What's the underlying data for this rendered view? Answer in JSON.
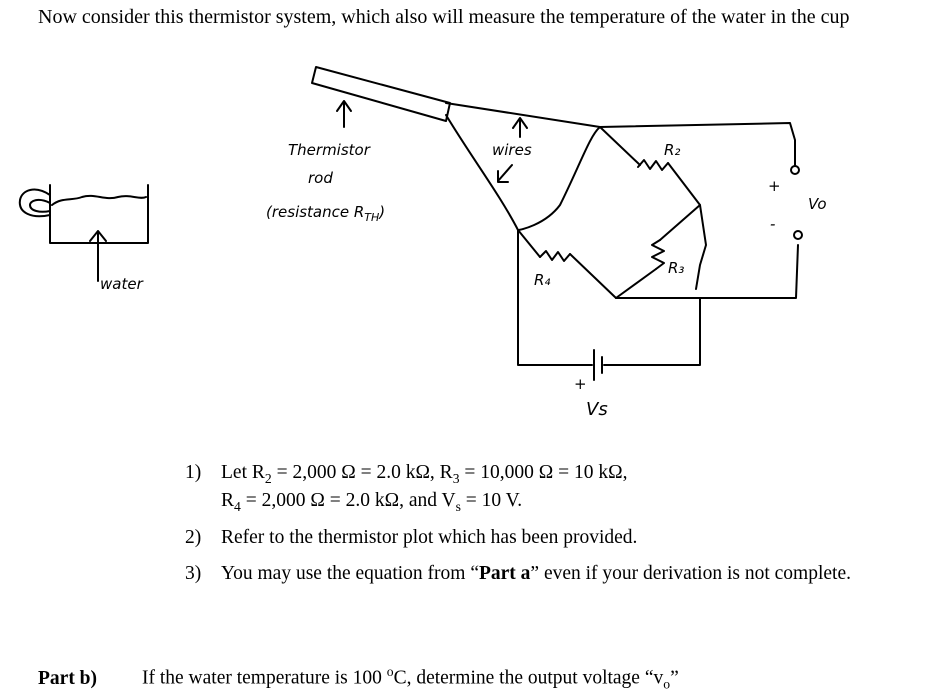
{
  "title": "Now consider this thermistor system, which also will measure the temperature of the water in the cup",
  "diagram": {
    "thermistor_label_1": "Thermistor",
    "thermistor_label_2": "rod",
    "thermistor_label_3": "(resistance R",
    "thermistor_label_sub": "TH",
    "thermistor_label_close": ")",
    "wires_label": "wires",
    "water_label": "water",
    "r2": "R₂",
    "r3": "R₃",
    "r4": "R₄",
    "vs": "Vs",
    "vo": "Vo",
    "plus": "+",
    "minus": "-"
  },
  "items": [
    {
      "num": "1)",
      "line1_pre": "Let R",
      "r2sub": "2",
      "line1_mid": " = 2,000 Ω = 2.0 kΩ, R",
      "r3sub": "3",
      "line1_post": " =  10,000 Ω  = 10 kΩ,",
      "line2_pre": "R",
      "r4sub": "4",
      "line2_mid": " = 2,000 Ω = 2.0 kΩ, and V",
      "vssub": "s",
      "line2_post": " =  10 V."
    },
    {
      "num": "2)",
      "text": "Refer to the thermistor plot which has been provided."
    },
    {
      "num": "3)",
      "text_pre": "You may use the equation from “",
      "text_bold": "Part a",
      "text_post": "” even if your derivation is not complete."
    }
  ],
  "partb": {
    "label": "Part b)",
    "text_pre": "If the water temperature is  100 ",
    "deg": "o",
    "text_mid": "C, determine the output voltage “v",
    "vsub": "o",
    "text_post": "”"
  }
}
